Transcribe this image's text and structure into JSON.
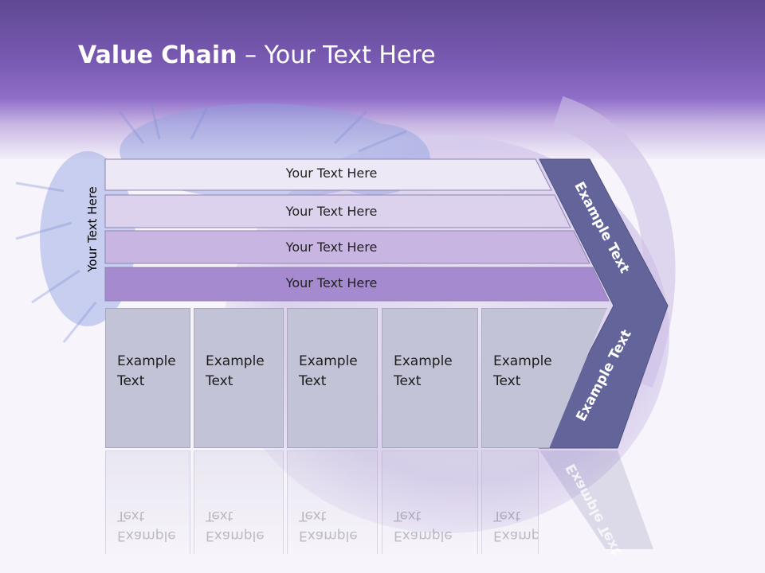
{
  "title": {
    "bold": "Value Chain",
    "rest": " – Your Text Here"
  },
  "side_label": "Your Text Here",
  "bars": [
    {
      "label": "Your Text Here",
      "color": "#ede8f6"
    },
    {
      "label": "Your Text Here",
      "color": "#ddd2ee"
    },
    {
      "label": "Your Text Here",
      "color": "#c8b5e2"
    },
    {
      "label": "Your Text Here",
      "color": "#a58ad0"
    }
  ],
  "boxes": [
    {
      "line1": "Example",
      "line2": "Text"
    },
    {
      "line1": "Example",
      "line2": "Text"
    },
    {
      "line1": "Example",
      "line2": "Text"
    },
    {
      "line1": "Example",
      "line2": "Text"
    },
    {
      "line1": "Example",
      "line2": "Text"
    }
  ],
  "chevron": {
    "top_text": "Example Text",
    "bottom_text": "Example Text",
    "color": "#63649a"
  }
}
